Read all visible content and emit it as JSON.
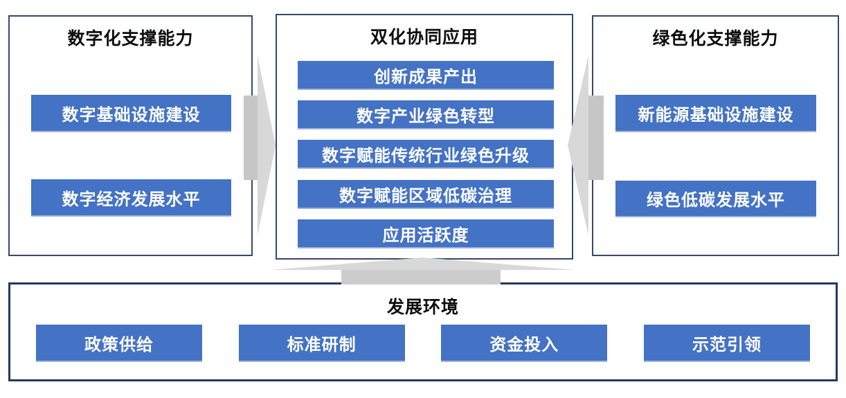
{
  "diagram": {
    "left_panel": {
      "title": "数字化支撑能力",
      "items": [
        "数字基础设施建设",
        "数字经济发展水平"
      ]
    },
    "center_panel": {
      "title": "双化协同应用",
      "items": [
        "创新成果产出",
        "数字产业绿色转型",
        "数字赋能传统行业绿色升级",
        "数字赋能区域低碳治理",
        "应用活跃度"
      ]
    },
    "right_panel": {
      "title": "绿色化支撑能力",
      "items": [
        "新能源基础设施建设",
        "绿色低碳发展水平"
      ]
    },
    "bottom_panel": {
      "title": "发展环境",
      "items": [
        "政策供给",
        "标准研制",
        "资金投入",
        "示范引领"
      ]
    },
    "colors": {
      "chip_blue": "#4472C4",
      "panel_border": "#33486E",
      "bottom_border": "#24395E",
      "arrow_light": "#D8D8D8",
      "arrow_dark": "#C6C6C6",
      "title_text": "#0D0D0D",
      "chip_text": "#FFFFFF"
    }
  }
}
